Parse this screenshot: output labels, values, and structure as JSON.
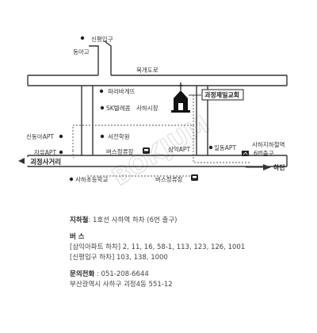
{
  "map": {
    "labels": {
      "sinpyeong_entrance": "신평입구",
      "donga_high": "동아고",
      "north_road": "북개도로",
      "paris_baguette": "파리바게뜨",
      "sk_telecom": "SK텔레콤",
      "saha_market": "사하시장",
      "church": "괴정제일교회",
      "sindongah_apt": "신동아APT",
      "jayu_apt": "자유APT",
      "seojeon_academy": "서전학원",
      "bus_stop_1": "버스정류장",
      "samik_apt": "삼익APT",
      "ildong_apt": "일동APT",
      "saha_station": "사하지하철역",
      "exit_6": "6번출구",
      "goejeong_junction": "괴정사거리",
      "hadan": "하단",
      "saha_elementary": "사하초등학교",
      "bus_stop_2": "버스정류장",
      "watermark": "BOKJUM"
    },
    "colors": {
      "road_outline": "#333333",
      "dotted_route": "#555555",
      "marker": "#222222",
      "watermark": "#d9d9d9"
    }
  },
  "info": {
    "subway_label": "지하철",
    "subway_value": ": 1호선 사하역 하차 (6번 출구)",
    "bus_label": "버   스",
    "bus_line1": "[삼익아파트 하차] 2, 11, 16, 58-1, 113, 123, 126, 1001",
    "bus_line2": "[신평입구 하차] 103, 138, 1000",
    "phone_label": "문의전화",
    "phone_value": " : 051-208-6644",
    "address": "부산광역시 사하구 괴정4동 551-12"
  }
}
